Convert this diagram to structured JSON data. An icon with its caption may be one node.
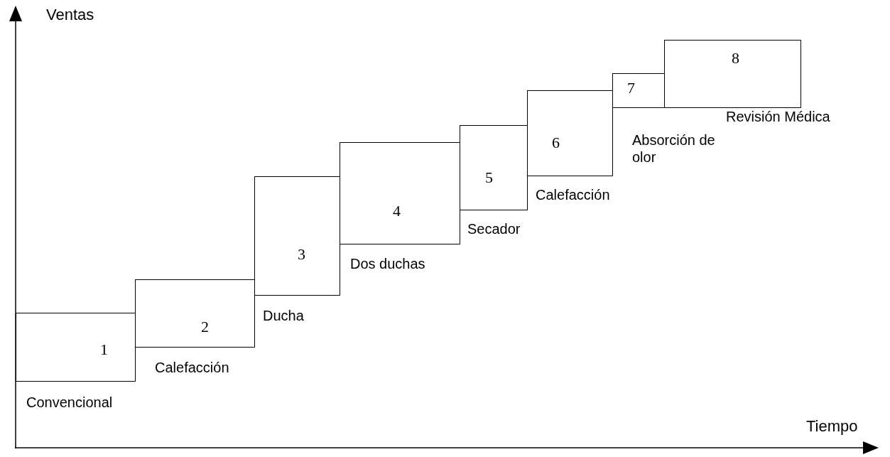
{
  "diagram": {
    "nodes": [
      {
        "text": [
          "1"
        ],
        "beside": [
          "Convencional"
        ]
      },
      {
        "text": [
          "2"
        ],
        "beside": [
          "Calefacción"
        ]
      },
      {
        "text": [
          "3"
        ],
        "beside": [
          "Ducha"
        ]
      },
      {
        "text": [
          "4"
        ],
        "beside": [
          "Dos duchas"
        ]
      },
      {
        "text": [
          "5"
        ],
        "beside": [
          "Secador"
        ]
      },
      {
        "text": [
          "6"
        ],
        "beside": [
          "Calefacción"
        ]
      },
      {
        "text": [
          "7"
        ],
        "beside": [
          "Absorción de olor"
        ]
      },
      {
        "text": [
          "8"
        ],
        "beside": [
          "Revisión Médica"
        ]
      }
    ],
    "labels": [
      "Ventas",
      "Tiempo"
    ]
  }
}
